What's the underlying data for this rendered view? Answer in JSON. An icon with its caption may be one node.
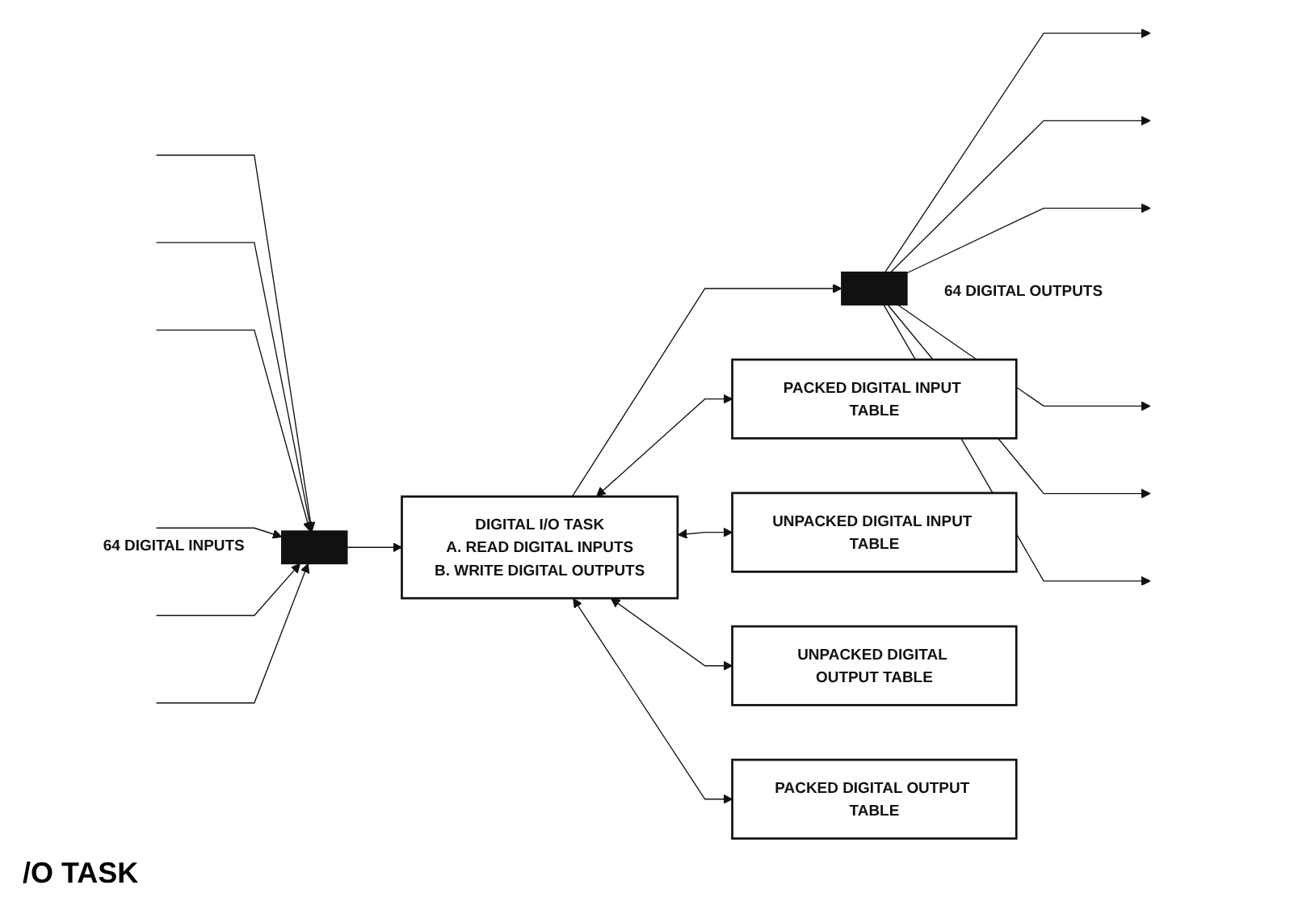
{
  "diagram": {
    "nodes": [
      {
        "text": [],
        "shape": "bar",
        "beside": [
          "64 DIGITAL INPUTS"
        ]
      },
      {
        "text": [
          "DIGITAL I/O TASK",
          "A. READ DIGITAL INPUTS",
          "B. WRITE DIGITAL OUTPUTS"
        ]
      },
      {
        "text": [],
        "shape": "bar",
        "beside": [
          "64 DIGITAL OUTPUTS"
        ]
      },
      {
        "text": [
          "PACKED DIGITAL INPUT TABLE"
        ]
      },
      {
        "text": [
          "UNPACKED DIGITAL INPUT TABLE"
        ]
      },
      {
        "text": [
          "UNPACKED DIGITAL OUTPUT TABLE"
        ]
      },
      {
        "text": [
          "PACKED DIGITAL OUTPUT TABLE"
        ]
      }
    ],
    "edges": [
      {
        "from": null,
        "to": 0,
        "arrow": "to"
      },
      {
        "from": null,
        "to": 0,
        "arrow": "to"
      },
      {
        "from": null,
        "to": 0,
        "arrow": "to"
      },
      {
        "from": null,
        "to": 0,
        "arrow": "to"
      },
      {
        "from": null,
        "to": 0,
        "arrow": "to"
      },
      {
        "from": null,
        "to": 0,
        "arrow": "to"
      },
      {
        "from": 0,
        "to": 1,
        "arrow": "to"
      },
      {
        "from": 1,
        "to": 2,
        "arrow": "to"
      },
      {
        "from": 2,
        "to": null,
        "arrow": "to"
      },
      {
        "from": 2,
        "to": null,
        "arrow": "to"
      },
      {
        "from": 2,
        "to": null,
        "arrow": "to"
      },
      {
        "from": 2,
        "to": null,
        "arrow": "to"
      },
      {
        "from": 2,
        "to": null,
        "arrow": "to"
      },
      {
        "from": 2,
        "to": null,
        "arrow": "to"
      },
      {
        "from": 1,
        "to": 3,
        "arrow": "both"
      },
      {
        "from": 1,
        "to": 4,
        "arrow": "both"
      },
      {
        "from": 1,
        "to": 5,
        "arrow": "both"
      },
      {
        "from": 1,
        "to": 6,
        "arrow": "both"
      }
    ],
    "labels": [
      "/O TASK"
    ]
  }
}
